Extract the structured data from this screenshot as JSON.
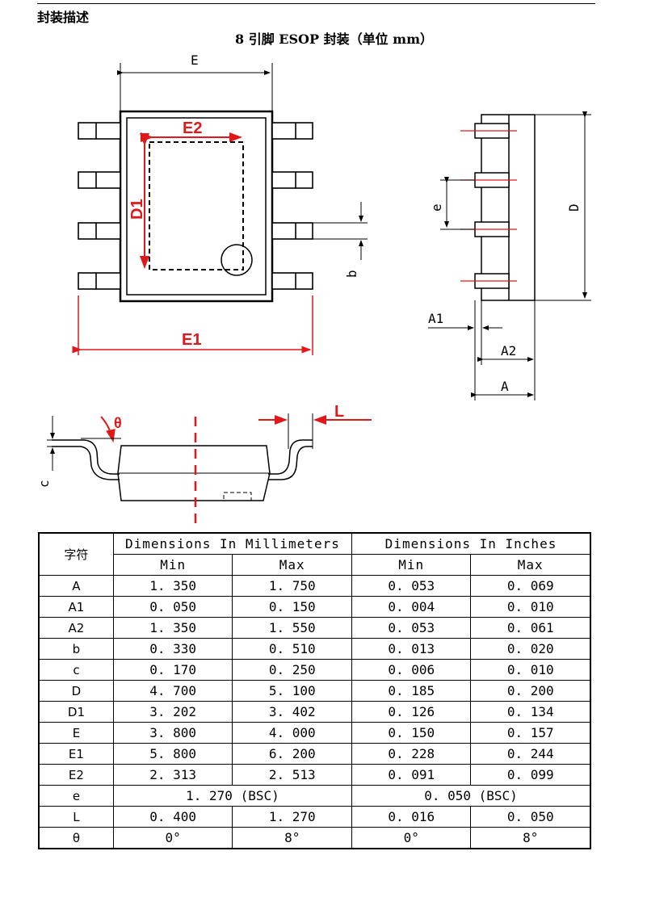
{
  "section_title": "封装描述",
  "package_title": "8 引脚 ESOP 封装（单位 mm）",
  "diagram_labels": {
    "E": "E",
    "E1": "E1",
    "E2": "E2",
    "D1": "D1",
    "b": "b",
    "e": "e",
    "D": "D",
    "A1": "A1",
    "A2": "A2",
    "A": "A",
    "c": "c",
    "theta": "θ",
    "L": "L"
  },
  "table": {
    "symbol_header": "字符",
    "group_mm": "Dimensions In Millimeters",
    "group_in": "Dimensions In Inches",
    "min": "Min",
    "max": "Max",
    "rows": [
      {
        "sym": "A",
        "mm_min": "1. 350",
        "mm_max": "1. 750",
        "in_min": "0. 053",
        "in_max": "0. 069"
      },
      {
        "sym": "A1",
        "mm_min": "0. 050",
        "mm_max": "0. 150",
        "in_min": "0. 004",
        "in_max": "0. 010"
      },
      {
        "sym": "A2",
        "mm_min": "1. 350",
        "mm_max": "1. 550",
        "in_min": "0. 053",
        "in_max": "0. 061"
      },
      {
        "sym": "b",
        "mm_min": "0. 330",
        "mm_max": "0. 510",
        "in_min": "0. 013",
        "in_max": "0. 020"
      },
      {
        "sym": "c",
        "mm_min": "0. 170",
        "mm_max": "0. 250",
        "in_min": "0. 006",
        "in_max": "0. 010"
      },
      {
        "sym": "D",
        "mm_min": "4. 700",
        "mm_max": "5. 100",
        "in_min": "0. 185",
        "in_max": "0. 200"
      },
      {
        "sym": "D1",
        "mm_min": "3. 202",
        "mm_max": "3. 402",
        "in_min": "0. 126",
        "in_max": "0. 134"
      },
      {
        "sym": "E",
        "mm_min": "3. 800",
        "mm_max": "4. 000",
        "in_min": "0. 150",
        "in_max": "0. 157"
      },
      {
        "sym": "E1",
        "mm_min": "5. 800",
        "mm_max": "6. 200",
        "in_min": "0. 228",
        "in_max": "0. 244"
      },
      {
        "sym": "E2",
        "mm_min": "2. 313",
        "mm_max": "2. 513",
        "in_min": "0. 091",
        "in_max": "0. 099"
      }
    ],
    "row_e": {
      "sym": "e",
      "mm": "1. 270 (BSC)",
      "in": "0. 050 (BSC)"
    },
    "row_L": {
      "sym": "L",
      "mm_min": "0. 400",
      "mm_max": "1. 270",
      "in_min": "0. 016",
      "in_max": "0. 050"
    },
    "row_theta": {
      "sym": "θ",
      "mm_min": "0°",
      "mm_max": "8°",
      "in_min": "0°",
      "in_max": "8°"
    }
  }
}
